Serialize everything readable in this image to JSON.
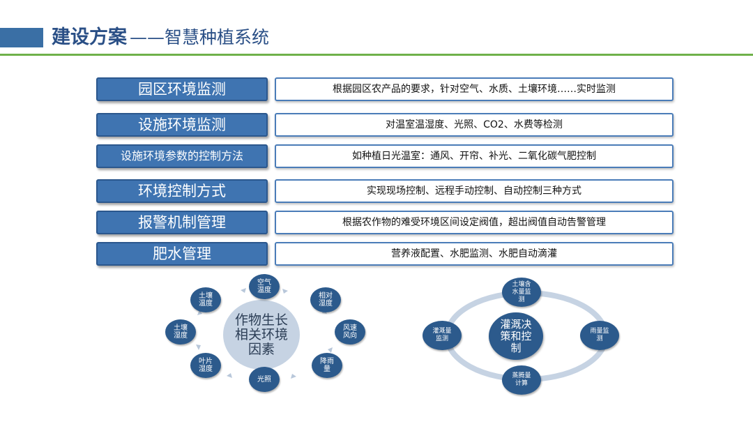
{
  "header": {
    "title": "建设方案",
    "subtitle": "——智慧种植系统"
  },
  "rows": [
    {
      "label": "园区环境监测",
      "desc": "根据园区农产品的要求，针对空气、水质、土壤环境……实时监测"
    },
    {
      "label": "设施环境监测",
      "desc": "对温室温湿度、光照、CO2、水费等检测"
    },
    {
      "label": "设施环境参数的控制方法",
      "desc": "如种植日光温室：通风、开帘、补光、二氧化碳气肥控制"
    },
    {
      "label": "环境控制方式",
      "desc": "实现现场控制、远程手动控制、自动控制三种方式"
    },
    {
      "label": "报警机制管理",
      "desc": "根据农作物的难受环境区间设定阀值，超出阀值自动告警管理"
    },
    {
      "label": "肥水管理",
      "desc": "营养液配置、水肥监测、水肥自动滴灌"
    }
  ],
  "diagram1": {
    "center": "作物生长\n相关环境\n因素",
    "nodes": [
      "空气\n温度",
      "相对\n湿度",
      "风速\n风向",
      "降雨\n量",
      "光照",
      "叶片\n湿度",
      "土壤\n湿度",
      "土壤\n温度"
    ]
  },
  "diagram2": {
    "center": "灌溉决\n策和控\n制",
    "nodes": [
      "土壤含\n水量监\n测",
      "雨量监\n测",
      "蒸腾量\n计算",
      "灌溉量\n监测"
    ]
  },
  "colors": {
    "header_accent": "#3a6fa5",
    "header_line": "#6fb14a",
    "label_fill": "#3f74b1",
    "node_fill": "#2c5a8c"
  }
}
